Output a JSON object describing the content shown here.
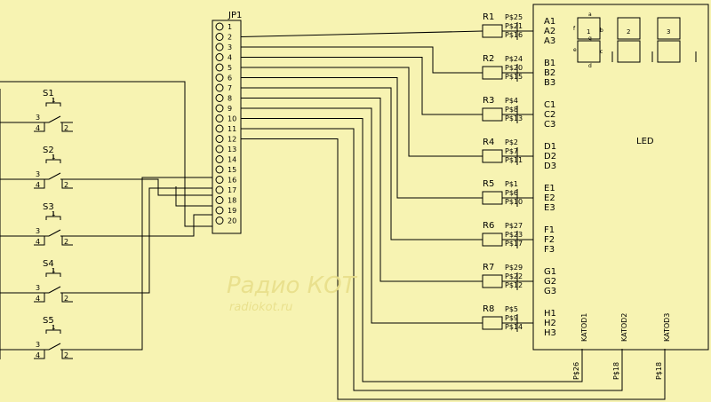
{
  "connector": {
    "name": "JP1",
    "pins": [
      "1",
      "2",
      "3",
      "4",
      "5",
      "6",
      "7",
      "8",
      "9",
      "10",
      "11",
      "12",
      "13",
      "14",
      "15",
      "16",
      "17",
      "18",
      "19",
      "20"
    ]
  },
  "switches": [
    {
      "name": "S1",
      "pins": [
        "1",
        "3",
        "4",
        "2"
      ]
    },
    {
      "name": "S2",
      "pins": [
        "1",
        "3",
        "4",
        "2"
      ]
    },
    {
      "name": "S3",
      "pins": [
        "1",
        "3",
        "4",
        "2"
      ]
    },
    {
      "name": "S4",
      "pins": [
        "1",
        "3",
        "4",
        "2"
      ]
    },
    {
      "name": "S5",
      "pins": [
        "1",
        "3",
        "4",
        "2"
      ]
    }
  ],
  "resistors": [
    {
      "name": "R1",
      "pads": [
        "P$25",
        "P$21",
        "P$16"
      ]
    },
    {
      "name": "R2",
      "pads": [
        "P$24",
        "P$20",
        "P$15"
      ]
    },
    {
      "name": "R3",
      "pads": [
        "P$4",
        "P$8",
        "P$13"
      ]
    },
    {
      "name": "R4",
      "pads": [
        "P$2",
        "P$7",
        "P$11"
      ]
    },
    {
      "name": "R5",
      "pads": [
        "P$1",
        "P$6",
        "P$10"
      ]
    },
    {
      "name": "R6",
      "pads": [
        "P$27",
        "P$23",
        "P$17"
      ]
    },
    {
      "name": "R7",
      "pads": [
        "P$29",
        "P$22",
        "P$12"
      ]
    },
    {
      "name": "R8",
      "pads": [
        "P$5",
        "P$9",
        "P$14"
      ]
    }
  ],
  "led": {
    "name": "LED",
    "pin_groups": [
      [
        "A1",
        "A2",
        "A3"
      ],
      [
        "B1",
        "B2",
        "B3"
      ],
      [
        "C1",
        "C2",
        "C3"
      ],
      [
        "D1",
        "D2",
        "D3"
      ],
      [
        "E1",
        "E2",
        "E3"
      ],
      [
        "F1",
        "F2",
        "F3"
      ],
      [
        "G1",
        "G2",
        "G3"
      ],
      [
        "H1",
        "H2",
        "H3"
      ]
    ],
    "cathodes": [
      "KATOD1",
      "KATOD2",
      "KATOD3"
    ],
    "cathode_pads": [
      "P$26",
      "P$18",
      "P$18"
    ],
    "digits": [
      "1",
      "2",
      "3"
    ],
    "segment_letters": [
      "a",
      "f",
      "b",
      "g",
      "e",
      "c",
      "d"
    ]
  },
  "watermark": {
    "logo": "Радио КОТ",
    "url": "radiokot.ru"
  },
  "colors": {
    "background": "#f7f3b2",
    "line": "#000000",
    "watermark": "#e8df8a"
  }
}
